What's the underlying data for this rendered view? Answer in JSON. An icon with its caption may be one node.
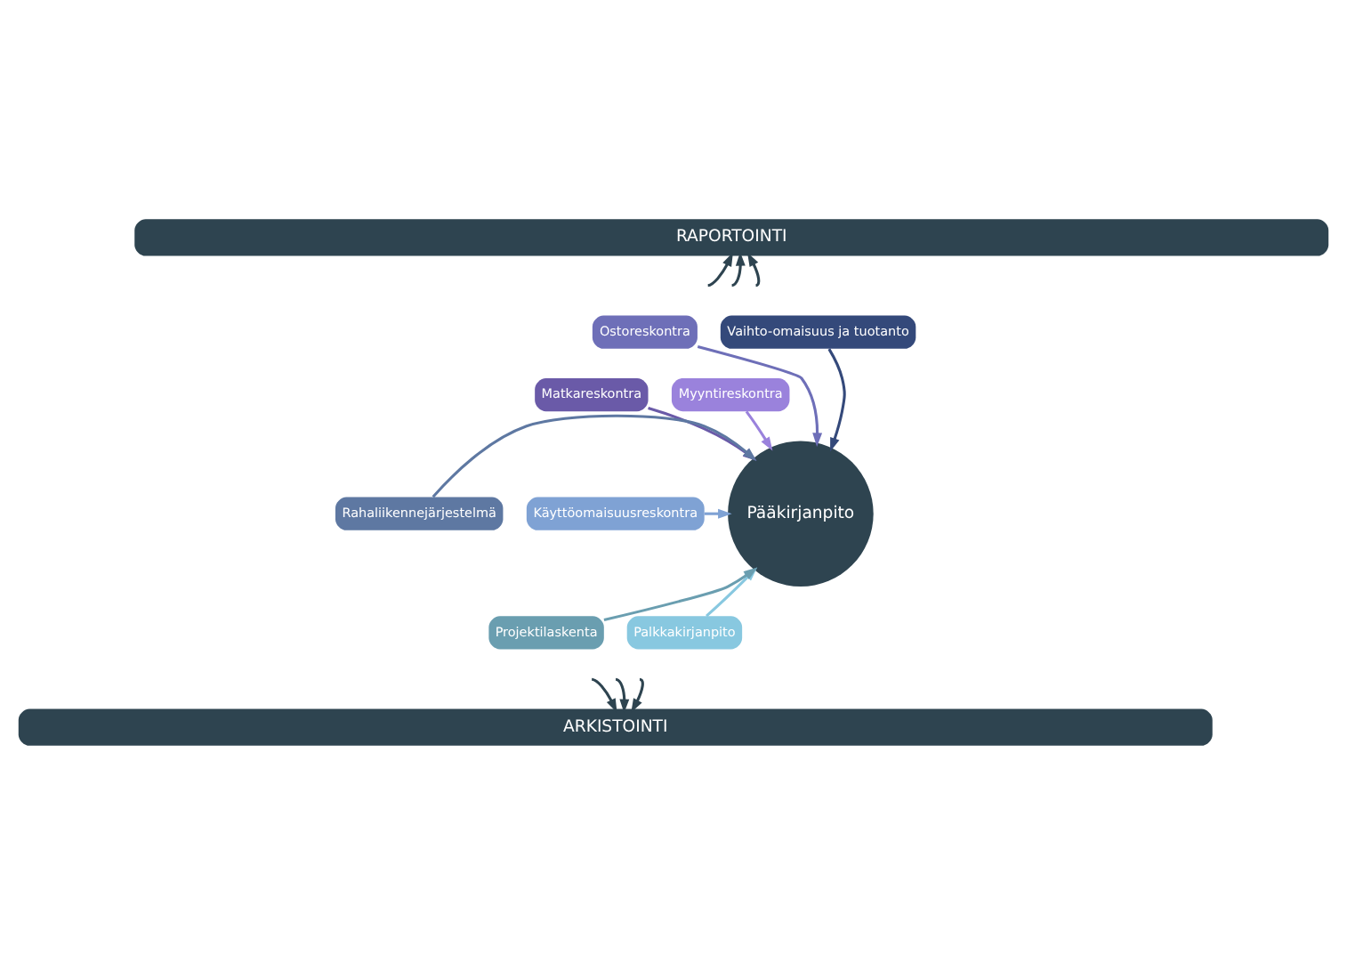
{
  "diagram": {
    "nodes": [
      {
        "text": [
          "RAPORTOINTI"
        ]
      },
      {
        "text": [
          "Ostoreskontra"
        ]
      },
      {
        "text": [
          "Vaihto-omaisuus ja tuotanto"
        ]
      },
      {
        "text": [
          "Myyntireskontra"
        ]
      },
      {
        "text": [
          "Matkareskontra"
        ]
      },
      {
        "text": [
          "Pääkirjanpito"
        ]
      },
      {
        "text": [
          "Käyttöomaisuusreskontra"
        ]
      },
      {
        "text": [
          "Rahaliikennejärjestelmä"
        ]
      },
      {
        "text": [
          "Palkkakirjanpito"
        ]
      },
      {
        "text": [
          "Projektilaskenta"
        ]
      },
      {
        "text": [
          "ARKISTOINTI"
        ]
      }
    ],
    "edges": [
      {
        "from": null,
        "to": 0,
        "arrow": "to"
      },
      {
        "from": null,
        "to": 0,
        "arrow": "to"
      },
      {
        "from": null,
        "to": 0,
        "arrow": "to"
      },
      {
        "from": 1,
        "to": 5,
        "arrow": "to",
        "color": "#6e6fb8"
      },
      {
        "from": 2,
        "to": 5,
        "arrow": "to",
        "color": "#34497a"
      },
      {
        "from": 3,
        "to": 5,
        "arrow": "to",
        "color": "#9a82dc"
      },
      {
        "from": 4,
        "to": 5,
        "arrow": "to",
        "color": "#6a5aa8"
      },
      {
        "from": 6,
        "to": 5,
        "arrow": "to",
        "color": "#7fa2d4"
      },
      {
        "from": 7,
        "to": 5,
        "arrow": "to",
        "color": "#5e78a2"
      },
      {
        "from": 8,
        "to": 5,
        "arrow": "to",
        "color": "#88c8e0"
      },
      {
        "from": 9,
        "to": 5,
        "arrow": "to",
        "color": "#6a9eb0"
      },
      {
        "from": null,
        "to": 10,
        "arrow": "to"
      },
      {
        "from": null,
        "to": 10,
        "arrow": "to"
      },
      {
        "from": null,
        "to": 10,
        "arrow": "to"
      }
    ]
  }
}
